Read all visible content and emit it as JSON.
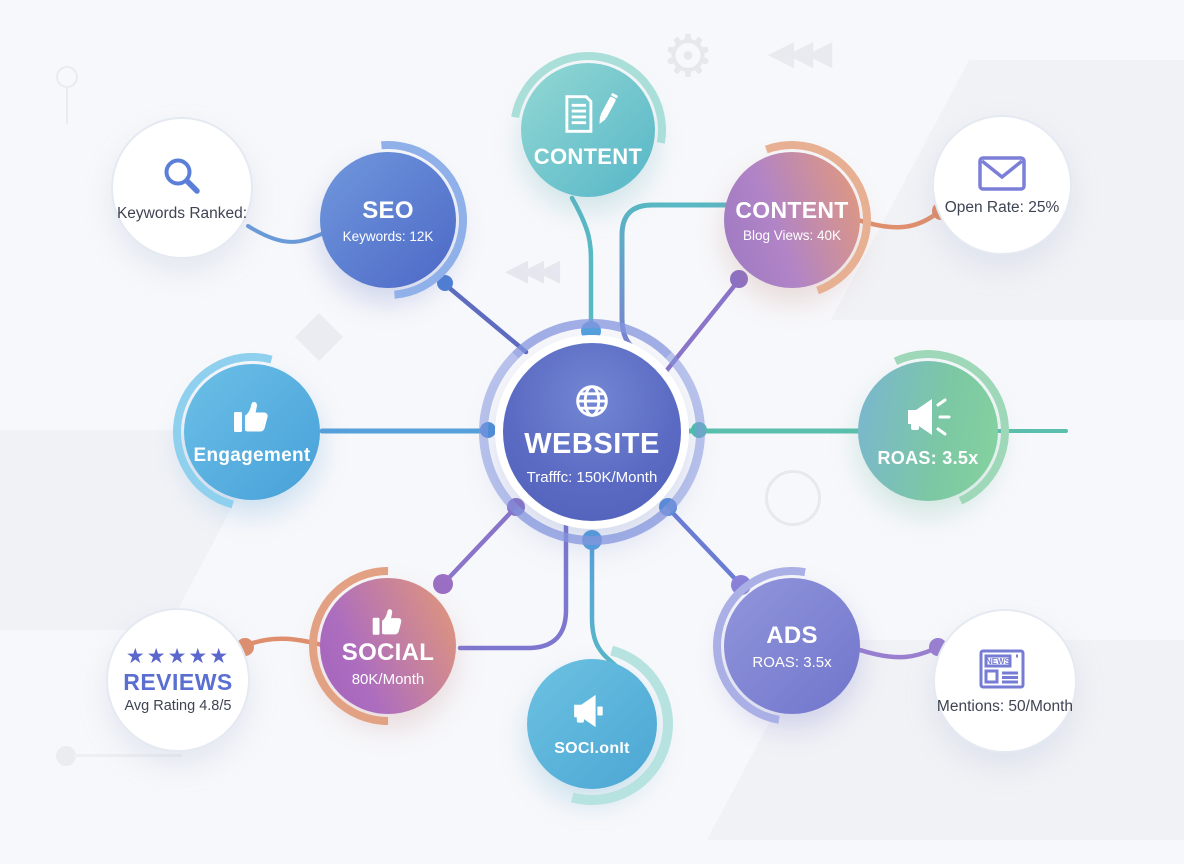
{
  "nodes": {
    "website": {
      "title": "WEBSITE",
      "subtitle": "Trafffc: 150K/Month"
    },
    "seo": {
      "title": "SEO",
      "subtitle": "Keywords: 12K"
    },
    "content_top": {
      "title": "CONTENT"
    },
    "content_right": {
      "title": "CONTENT",
      "subtitle": "Blog Views: 40K"
    },
    "engagement": {
      "title": "Engagement"
    },
    "reach": {
      "title": "ROAS: 3.5x"
    },
    "social": {
      "title": "SOCIAL",
      "subtitle": "80K/Month"
    },
    "ads": {
      "title": "ADS",
      "subtitle": "ROAS: 3.5x"
    },
    "social_bottom": {
      "title": "SOCI.onIt"
    }
  },
  "satellites": {
    "keywords": {
      "label": "Keywords Ranked:"
    },
    "open_rate": {
      "label": "Open Rate: 25%"
    },
    "reviews": {
      "stars": "★★★★★",
      "title": "REVIEWS",
      "subtitle": "Avg Rating 4.8/5"
    },
    "mentions": {
      "label": "Mentions: 50/Month",
      "icon_text": "NEWS"
    }
  },
  "decor": {
    "triangles_top": "◀◀◀",
    "triangles_mid": "◀◀◀",
    "gear": "⚙"
  },
  "icons": {
    "website": "globe-icon",
    "content_top": "document-pen-icon",
    "engagement": "thumbs-up-icon",
    "social": "thumbs-up-icon",
    "reach": "megaphone-icon",
    "social_bottom": "megaphone-icon",
    "keywords": "search-icon",
    "open_rate": "envelope-icon",
    "reviews": "stars-icon",
    "mentions": "newspaper-icon"
  },
  "colors": {
    "hub_blue": "#5b6bc3",
    "teal": "#58b8c4",
    "green": "#7cc8a3",
    "purple": "#8a75c8",
    "orange": "#df8f6d",
    "sky_blue": "#56a0dc",
    "star_purple": "#5b67cc",
    "background": "#f7f8fb"
  }
}
